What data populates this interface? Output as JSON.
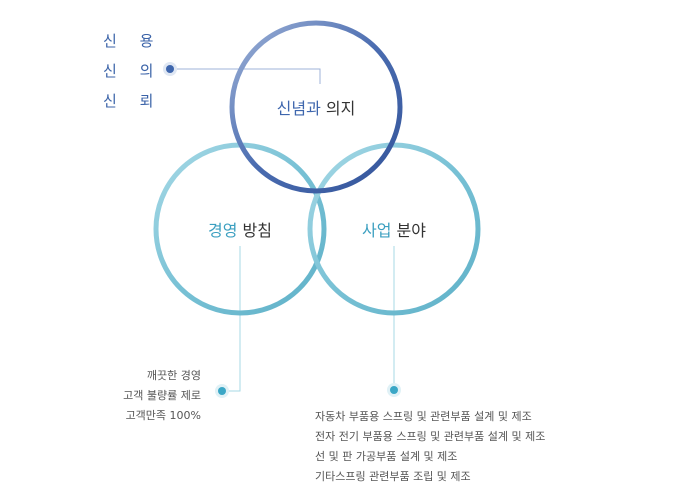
{
  "motto": {
    "lines": [
      "신 용",
      "신 의",
      "신 뢰"
    ]
  },
  "circles": {
    "top": {
      "accent": "신념과",
      "rest": "의지"
    },
    "left": {
      "accent": "경영",
      "rest": "방침"
    },
    "right": {
      "accent": "사업",
      "rest": "분야"
    }
  },
  "management_policy": {
    "items": [
      "깨끗한 경영",
      "고객 불량률 제로",
      "고객만족 100%"
    ]
  },
  "business_areas": {
    "items": [
      "자동차 부품용 스프링 및 관련부품 설계 및 제조",
      "전자 전기 부품용 스프링 및 관련부품 설계 및 제조",
      "선 및 판 가공부품 설계 및 제조",
      "기타스프링 관련부품 조립 및 제조"
    ]
  },
  "colors": {
    "navy_ring": "#4d6fb0",
    "teal_ring": "#7bc3d6",
    "navy_text": "#3b63a8",
    "teal_text": "#3b9fc0"
  }
}
